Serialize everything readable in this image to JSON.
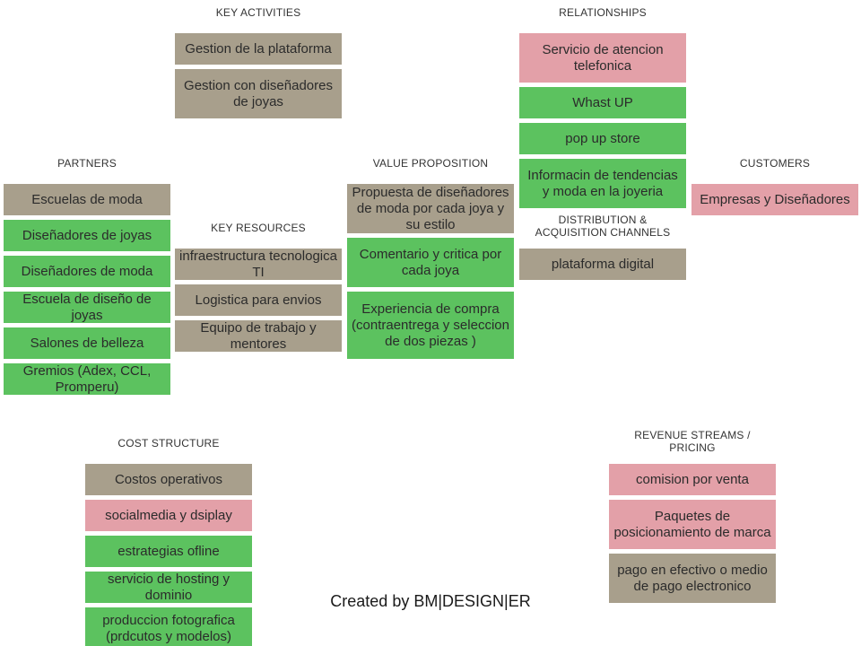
{
  "sections": {
    "key_activities": {
      "title": "KEY ACTIVITIES",
      "items": [
        "Gestion de la plataforma",
        "Gestion con diseñadores de joyas"
      ]
    },
    "relationships": {
      "title": "RELATIONSHIPS",
      "items": [
        "Servicio de atencion telefonica",
        "Whast UP",
        "pop up store",
        "Informacin de tendencias y moda en la joyeria"
      ]
    },
    "partners": {
      "title": "PARTNERS",
      "items": [
        "Escuelas de moda",
        "Diseñadores de joyas",
        "Diseñadores de moda",
        "Escuela de diseño de joyas",
        "Salones de belleza",
        "Gremios (Adex, CCL, Promperu)"
      ]
    },
    "value_proposition": {
      "title": "VALUE PROPOSITION",
      "items": [
        "Propuesta de diseñadores de moda por cada joya y su estilo",
        "Comentario y critica por cada joya",
        "Experiencia de compra (contraentrega y seleccion de dos piezas )"
      ]
    },
    "customers": {
      "title": "CUSTOMERS",
      "items": [
        "Empresas y Diseñadores"
      ]
    },
    "key_resources": {
      "title": "KEY RESOURCES",
      "items": [
        "infraestructura tecnologica TI",
        "Logistica para envios",
        "Equipo de trabajo y mentores"
      ]
    },
    "channels": {
      "title_line1": "DISTRIBUTION  &",
      "title_line2": "ACQUISITION  CHANNELS",
      "items": [
        "plataforma digital"
      ]
    },
    "cost_structure": {
      "title": "COST  STRUCTURE",
      "items": [
        "Costos operativos",
        "socialmedia y dsiplay",
        "estrategias ofline",
        "servicio de hosting y dominio",
        "produccion fotografica (prdcutos y modelos)"
      ]
    },
    "revenue_streams": {
      "title_line1": "REVENUE STREAMS  /",
      "title_line2": "PRICING",
      "items": [
        "comision por venta",
        "Paquetes de posicionamiento de marca",
        "pago en efectivo o medio de pago electronico"
      ]
    }
  },
  "credit": "Created by BM|DESIGN|ER",
  "colors": {
    "green": "#5cc25f",
    "tan": "#a89f8c",
    "pink": "#e3a0a8"
  }
}
